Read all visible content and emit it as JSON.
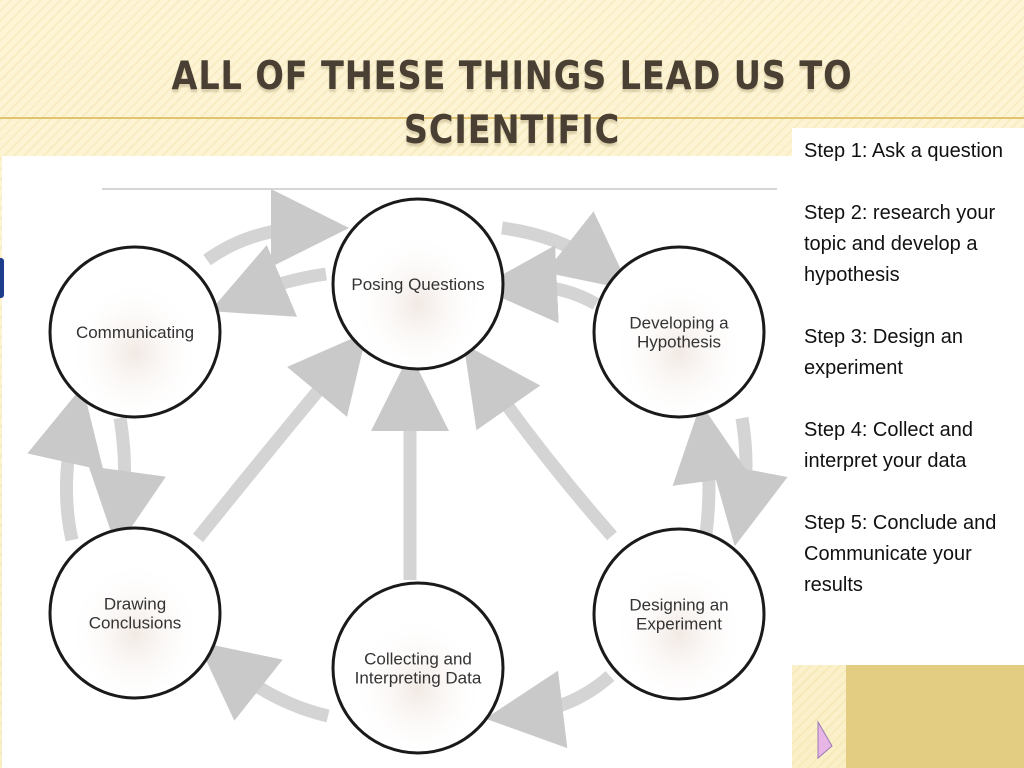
{
  "slide": {
    "title_line1": "All of these things lead us to scientific",
    "title_line2": "inquiry"
  },
  "diagram": {
    "nodes": [
      {
        "id": "posing",
        "lines": [
          "Posing Questions"
        ]
      },
      {
        "id": "hypothesis",
        "lines": [
          "Developing a",
          "Hypothesis"
        ]
      },
      {
        "id": "experiment",
        "lines": [
          "Designing an",
          "Experiment"
        ]
      },
      {
        "id": "collecting",
        "lines": [
          "Collecting and",
          "Interpreting Data"
        ]
      },
      {
        "id": "conclusions",
        "lines": [
          "Drawing",
          "Conclusions"
        ]
      },
      {
        "id": "communicating",
        "lines": [
          "Communicating"
        ]
      }
    ]
  },
  "steps": [
    "Step 1: Ask a question",
    "Step 2: research your topic and develop a hypothesis",
    "Step 3: Design an experiment",
    "Step 4: Collect and interpret your data",
    "Step 5: Conclude and Communicate your results"
  ],
  "colors": {
    "background": "#fcf3d2",
    "title": "#4a3f33",
    "accent_box": "#e3cd82",
    "arrow": "#c8c8c8",
    "circle_stroke": "#1a1a1a"
  },
  "icons": {
    "left_edge": "blue-bar-icon",
    "corner": "pink-triangle-icon"
  }
}
